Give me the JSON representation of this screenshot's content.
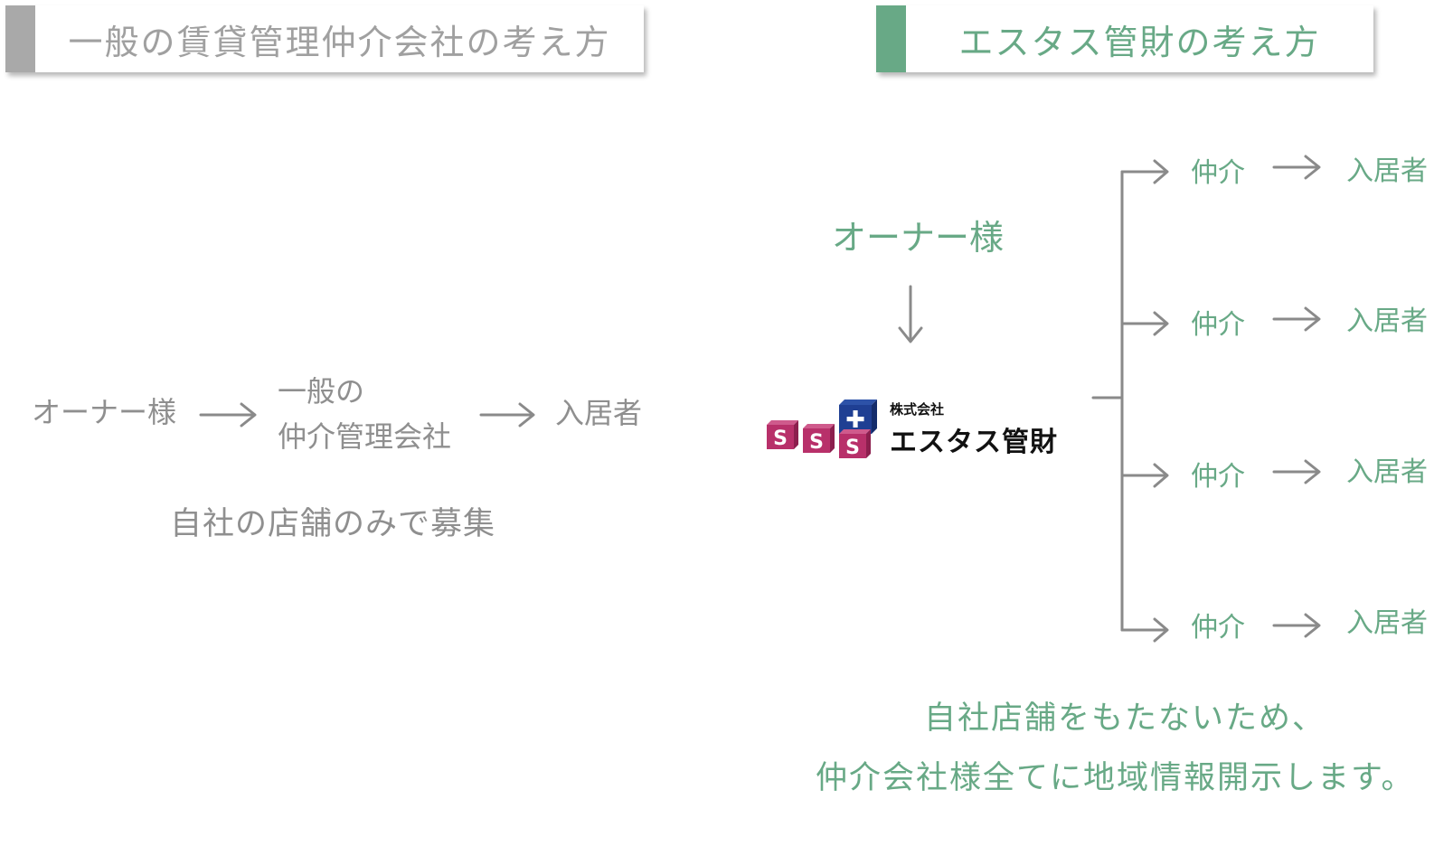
{
  "left": {
    "header_title": "一般の賃貸管理仲介会社の考え方",
    "owner": "オーナー様",
    "agency_line1": "一般の",
    "agency_line2": "仲介管理会社",
    "tenant": "入居者",
    "caption": "自社の店舗のみで募集"
  },
  "right": {
    "header_title": "エスタス管財の考え方",
    "owner": "オーナー様",
    "logo": {
      "small_text": "株式会社",
      "company_name": "エスタス管財",
      "block_letter": "S",
      "cross_symbol": "✚"
    },
    "branches": [
      {
        "broker": "仲介",
        "tenant": "入居者"
      },
      {
        "broker": "仲介",
        "tenant": "入居者"
      },
      {
        "broker": "仲介",
        "tenant": "入居者"
      },
      {
        "broker": "仲介",
        "tenant": "入居者"
      }
    ],
    "caption_line1": "自社店舗をもたないため、",
    "caption_line2": "仲介会社様全てに地域情報開示します。"
  },
  "colors": {
    "gray_text": "#8f8f8f",
    "gray_accent": "#a9a9a9",
    "green_text": "#68a986",
    "arrow": "#8a8a8a",
    "logo_magenta": "#b8306a",
    "logo_navy": "#1f3f93"
  }
}
